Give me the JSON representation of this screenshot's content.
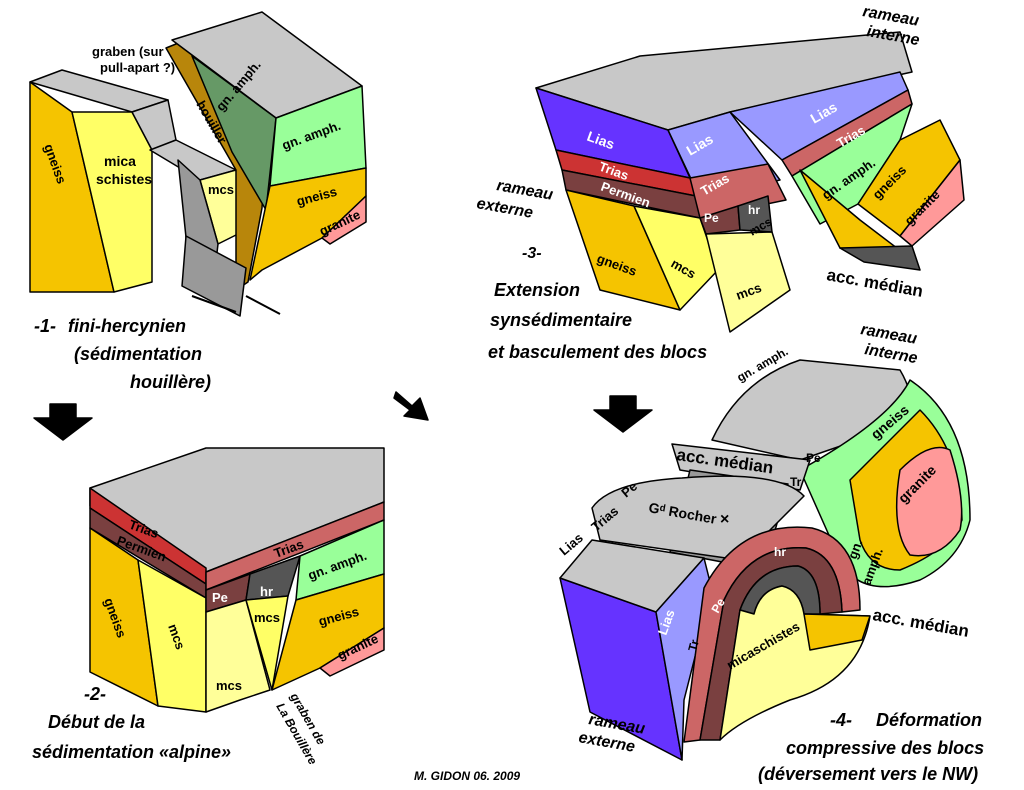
{
  "colors": {
    "grey_top": "#c8c8c8",
    "gneiss": "#f5c400",
    "micaschistes": "#ffff66",
    "mcs_pale": "#ffff99",
    "houiller": "#b8860b",
    "gn_amph": "#99ff99",
    "gn_amph_dark": "#669966",
    "granite": "#ff9999",
    "trias": "#cc6666",
    "trias_red": "#cc3333",
    "permien": "#7a4040",
    "houiller_dark": "#555555",
    "lias_dark": "#6633ff",
    "lias_light": "#9999ff",
    "fault_grey": "#999999",
    "outline": "#000000"
  },
  "block1": {
    "label_graben": "graben (sur",
    "label_graben2": "pull-apart ?)",
    "label_houiller": "houiller",
    "label_gn_amph1": "gn. amph.",
    "label_gn_amph2": "gn. amph.",
    "label_gneiss_left": "gneiss",
    "label_mica": "mica",
    "label_schistes": "schistes",
    "label_mcs": "mcs",
    "label_gneiss_right": "gneiss",
    "label_granite": "granite",
    "caption_num": "-1-",
    "caption_1": "fini-hercynien",
    "caption_2": "(sédimentation",
    "caption_3": "houillère)"
  },
  "block2": {
    "label_trias_front": "Trias",
    "label_permien_front": "Permien",
    "label_trias_side": "Trias",
    "label_pe": "Pe",
    "label_hr": "hr",
    "label_gn_amph": "gn. amph.",
    "label_gneiss_left": "gneiss",
    "label_mcs_left": "mcs",
    "label_mcs_center": "mcs",
    "label_mcs_bottom": "mcs",
    "label_gneiss_right": "gneiss",
    "label_granite": "granite",
    "label_graben1": "graben de",
    "label_graben2": "La Bouillère",
    "caption_num": "-2-",
    "caption_1": "Début de la",
    "caption_2": "sédimentation «alpine»"
  },
  "block3": {
    "label_rameau_interne1": "rameau",
    "label_rameau_interne2": "interne",
    "label_rameau_externe1": "rameau",
    "label_rameau_externe2": "externe",
    "label_lias_front": "Lias",
    "label_lias_mid": "Lias",
    "label_lias_right": "Lias",
    "label_trias_front": "Trias",
    "label_trias_mid": "Trias",
    "label_trias_right": "Trias",
    "label_permien": "Permien",
    "label_pe": "Pe",
    "label_hr": "hr",
    "label_mcs_mid": "mcs",
    "label_gn_amph": "gn. amph.",
    "label_gneiss_right": "gneiss",
    "label_granite": "granite",
    "label_gneiss_left": "gneiss",
    "label_mcs_left": "mcs",
    "label_mcs_bottom": "mcs",
    "label_acc": "acc. médian",
    "caption_num": "-3-",
    "caption_1": "Extension",
    "caption_2": "synsédimentaire",
    "caption_3": "et basculement des blocs"
  },
  "block4": {
    "label_rameau_interne1": "rameau",
    "label_rameau_interne2": "interne",
    "label_rameau_externe1": "rameau",
    "label_rameau_externe2": "externe",
    "label_gn_amph_top": "gn. amph.",
    "label_acc_top": "acc. médian",
    "label_pe_top": "Pe",
    "label_tr_top": "Tr",
    "label_gneiss": "gneiss",
    "label_granite": "granite",
    "label_gn": "gn.",
    "label_amph": "amph.",
    "label_lias_top": "Lias",
    "label_trias_top": "Trias",
    "label_pe_left": "Pe",
    "label_gd_rocher": "Gᵈ Rocher",
    "label_cross": "×",
    "label_lias_side": "Lias",
    "label_tr_side": "Tr",
    "label_pe_side": "Pe",
    "label_hr": "hr",
    "label_micaschistes": "micaschistes",
    "label_acc_bottom": "acc. médian",
    "caption_num": "-4-",
    "caption_1": "Déformation",
    "caption_2": "compressive des blocs",
    "caption_3": "(déversement vers le NW)"
  },
  "credit": "M. GIDON  06. 2009"
}
